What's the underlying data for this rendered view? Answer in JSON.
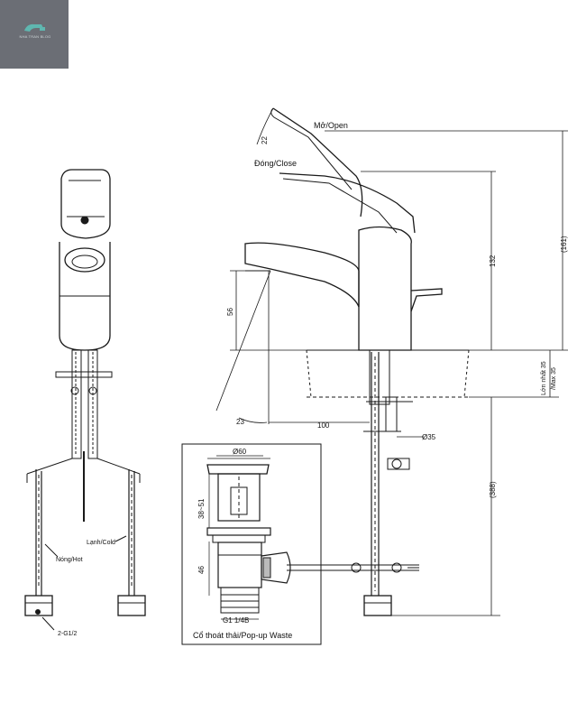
{
  "logo": {
    "text": "NHA TRAN BLOG",
    "icon": "faucet-icon",
    "color": "#6b6e75"
  },
  "labels": {
    "open": "Mở/Open",
    "close": "Đóng/Close",
    "cold": "Lạnh/Cold",
    "hot": "Nóng/Hot",
    "thread": "2-G1/2",
    "max_vi": "Lớn nhất 35",
    "max_en": "/Max 35",
    "waste_thread": "G1 1/4B",
    "waste_title": "Cổ thoát thải/Pop-up Waste"
  },
  "dimensions": {
    "angle": "22",
    "height_161": "(161)",
    "height_132": "132",
    "height_56": "56",
    "angle_23": "23",
    "reach_100": "100",
    "dia_35": "Ø35",
    "hose_388": "(388)",
    "waste_dia_60": "Ø60",
    "waste_38_51": "38~51",
    "waste_46": "46"
  }
}
